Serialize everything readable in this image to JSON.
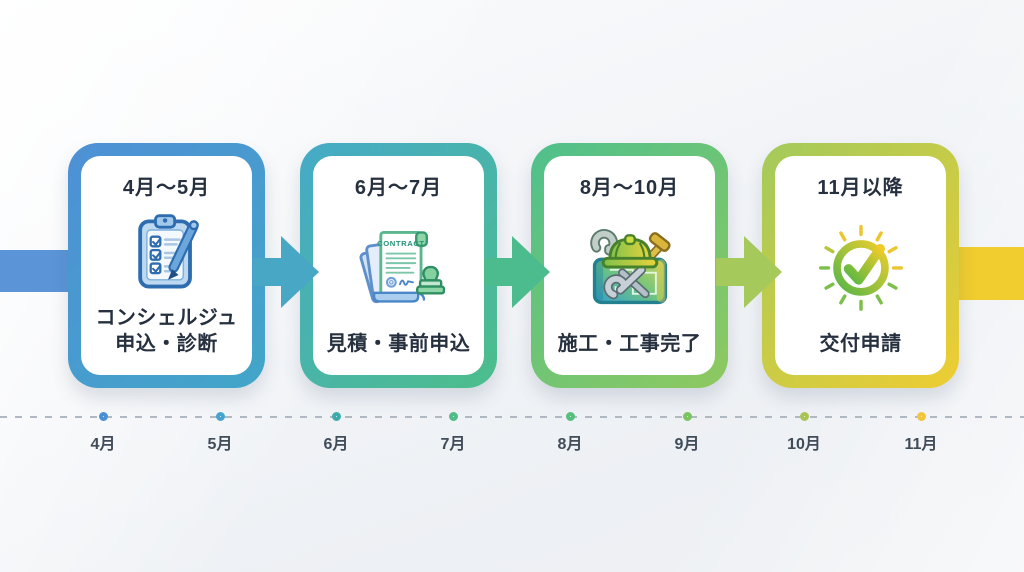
{
  "flow": {
    "start_bar_color": "#5b95d8",
    "end_bar_color": "#f1cd2f",
    "arrows": [
      {
        "icon": "arrow-right-icon",
        "color": "#49a7c6"
      },
      {
        "icon": "arrow-right-icon",
        "color": "#4cbc8e"
      },
      {
        "icon": "arrow-right-icon",
        "color": "#a6c95c"
      }
    ]
  },
  "steps": [
    {
      "period": "4月〜5月",
      "label_line1": "コンシェルジュ",
      "label_line2": "申込・診断",
      "icon": "checklist-icon",
      "border_from": "#4e90d5",
      "border_to": "#42a6c8"
    },
    {
      "period": "6月〜7月",
      "label_line1": "見積・事前申込",
      "label_line2": "",
      "icon": "contract-stamp-icon",
      "border_from": "#45aac7",
      "border_to": "#4dbe8b"
    },
    {
      "period": "8月〜10月",
      "label_line1": "施工・工事完了",
      "label_line2": "",
      "icon": "construction-icon",
      "border_from": "#4fc08c",
      "border_to": "#8fc95f"
    },
    {
      "period": "11月以降",
      "label_line1": "交付申請",
      "label_line2": "",
      "icon": "approval-check-icon",
      "border_from": "#a3ca5b",
      "border_to": "#eecd32"
    }
  ],
  "timeline": {
    "axis_color": "#b0b8c2",
    "months": [
      {
        "label": "4月",
        "color": "#4a90d4"
      },
      {
        "label": "5月",
        "color": "#47a3cf"
      },
      {
        "label": "6月",
        "color": "#3faaab"
      },
      {
        "label": "7月",
        "color": "#53bb8a"
      },
      {
        "label": "8月",
        "color": "#55c07c"
      },
      {
        "label": "9月",
        "color": "#7cc45f"
      },
      {
        "label": "10月",
        "color": "#a9c455"
      },
      {
        "label": "11月",
        "color": "#f2c63c"
      }
    ]
  }
}
